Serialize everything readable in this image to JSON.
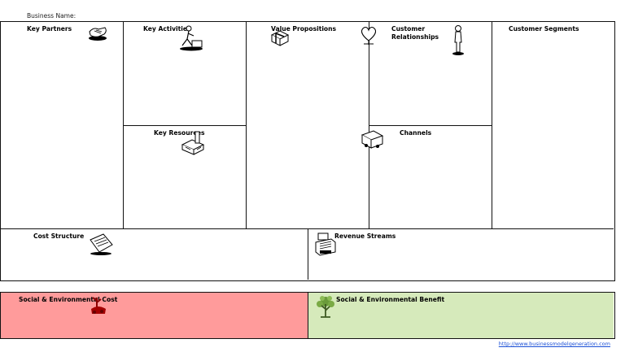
{
  "header": {
    "business_name_label": "Business Name:"
  },
  "blocks": {
    "key_partners": "Key Partners",
    "key_activities": "Key Activities",
    "key_resources": "Key Resources",
    "value_propositions": "Value Propositions",
    "customer_relationships": "Customer\nRelationships",
    "channels": "Channels",
    "customer_segments": "Customer Segments",
    "cost_structure": "Cost Structure",
    "revenue_streams": "Revenue Streams"
  },
  "social": {
    "cost_label": "Social & Environmental Cost",
    "benefit_label": "Social & Environmental Benefit",
    "cost_color": "#ff9b9b",
    "benefit_color": "#d6eabb"
  },
  "icons": {
    "key_partners": "handshake-icon",
    "key_activities": "worker-icon",
    "key_resources": "factory-icon",
    "value_propositions": "gift-icon",
    "value_propositions_heart": "heart-icon",
    "customer_relationships": "person-icon",
    "channels": "truck-icon",
    "cost_structure": "price-tag-icon",
    "revenue_streams": "cash-register-icon",
    "social_cost": "damaged-tree-icon",
    "social_benefit": "tree-icon"
  },
  "footer": {
    "link_text": "http://www.businessmodelgeneration.com"
  }
}
